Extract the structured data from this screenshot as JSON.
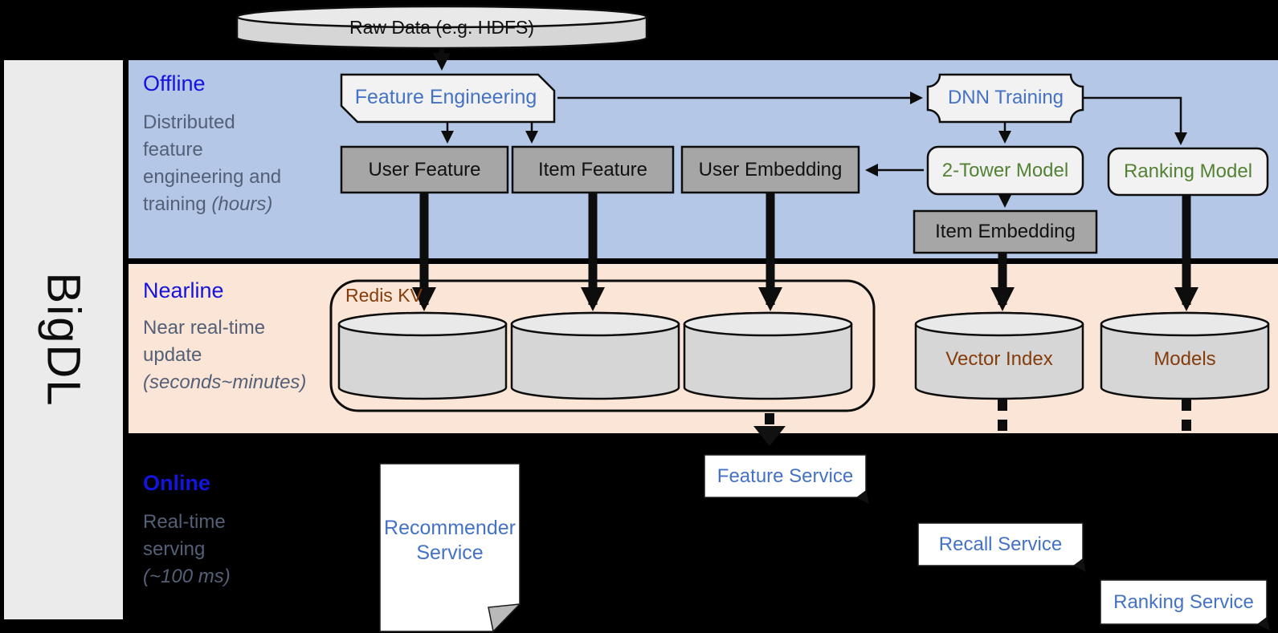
{
  "colors": {
    "band-offline": "#b4c7e7",
    "band-nearline": "#fbe5d6",
    "sidebar-bg": "#ebebeb",
    "node-light": "#f2f2f2",
    "node-gray": "#a6a6a6",
    "cyl-fill": "#d6d6d6",
    "cyl-top": "#e9e9e9",
    "accent-blue": "#4472c4",
    "label-blue": "#1414dd",
    "text-gray": "#536077",
    "green": "#548235",
    "brown": "#843c0c"
  },
  "sidebar": {
    "brand": "BigDL"
  },
  "source": {
    "label": "Raw Data (e.g. HDFS)"
  },
  "offline": {
    "label": "Offline",
    "description": "Distributed feature engineering and training",
    "duration": "(hours)",
    "feature_engineering": "Feature Engineering",
    "dnn_training": "DNN Training",
    "user_feature": "User Feature",
    "item_feature": "Item Feature",
    "user_embedding": "User Embedding",
    "two_tower_model": "2-Tower Model",
    "ranking_model": "Ranking Model",
    "item_embedding": "Item Embedding"
  },
  "nearline": {
    "label": "Nearline",
    "description": "Near real-time update",
    "duration": "(seconds~minutes)",
    "redis_kv": "Redis KV",
    "vector_index": "Vector Index",
    "models": "Models"
  },
  "online": {
    "label": "Online",
    "description": "Real-time serving",
    "duration": "(~100 ms)",
    "recommender_service": "Recommender Service",
    "feature_service": "Feature Service",
    "recall_service": "Recall Service",
    "ranking_service": "Ranking Service"
  }
}
